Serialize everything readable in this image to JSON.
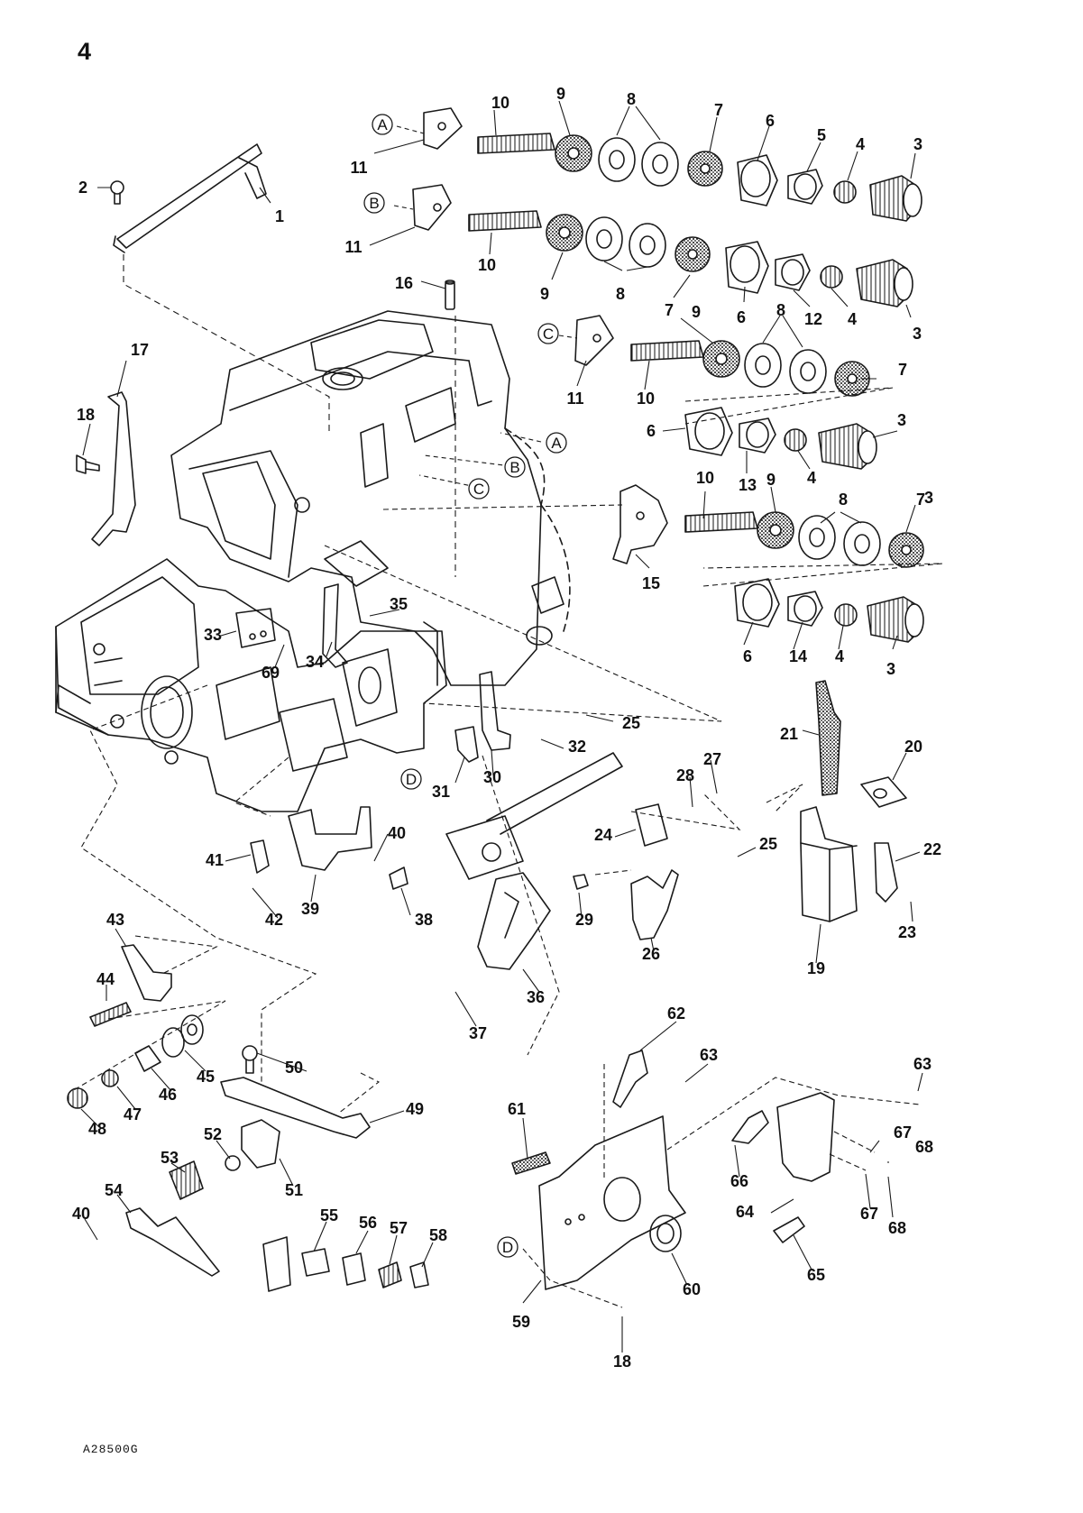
{
  "sheet_number": "4",
  "drawing_code": "A28500G",
  "reference_points": [
    "A",
    "B",
    "C",
    "A",
    "B",
    "C",
    "D",
    "D"
  ],
  "part_numbers": [
    "1",
    "2",
    "3",
    "4",
    "5",
    "6",
    "7",
    "8",
    "9",
    "10",
    "11",
    "3",
    "4",
    "12",
    "6",
    "7",
    "8",
    "9",
    "10",
    "11",
    "16",
    "3",
    "4",
    "6",
    "7",
    "8",
    "9",
    "10",
    "11",
    "13",
    "3",
    "4",
    "6",
    "7",
    "8",
    "9",
    "10",
    "15",
    "14",
    "6",
    "4",
    "3",
    "17",
    "18",
    "35",
    "33",
    "69",
    "34",
    "25",
    "32",
    "31",
    "30",
    "21",
    "20",
    "27",
    "28",
    "24",
    "25",
    "22",
    "23",
    "19",
    "40",
    "41",
    "42",
    "39",
    "38",
    "29",
    "26",
    "36",
    "37",
    "43",
    "44",
    "45",
    "46",
    "47",
    "48",
    "50",
    "49",
    "52",
    "53",
    "51",
    "54",
    "40",
    "55",
    "56",
    "57",
    "58",
    "62",
    "63",
    "63",
    "61",
    "67",
    "68",
    "67",
    "68",
    "66",
    "64",
    "65",
    "60",
    "59",
    "18"
  ],
  "colors": {
    "line": "#1a1a1a",
    "paper": "#ffffff"
  }
}
